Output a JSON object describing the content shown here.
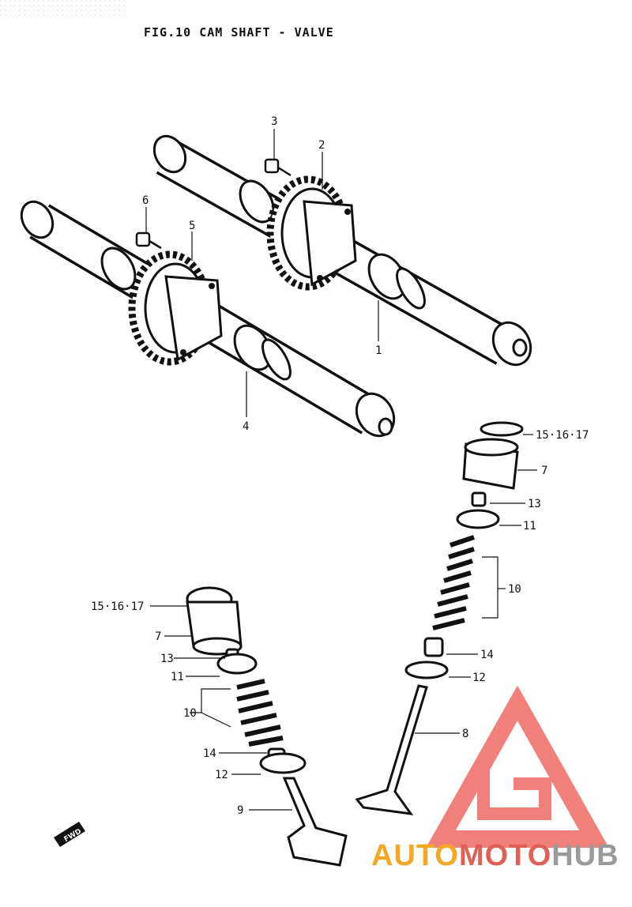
{
  "figure": {
    "title": "FIG.10  CAM SHAFT - VALVE"
  },
  "callouts": {
    "c1": "1",
    "c2": "2",
    "c3": "3",
    "c4": "4",
    "c5": "5",
    "c6": "6",
    "r_151617": "15·16·17",
    "r_7": "7",
    "r_13": "13",
    "r_11": "11",
    "r_10": "10",
    "r_14": "14",
    "r_12": "12",
    "r_8": "8",
    "l_151617": "15·16·17",
    "l_7": "7",
    "l_13": "13",
    "l_11": "11",
    "l_10": "10",
    "l_14": "14",
    "l_12": "12",
    "l_9": "9"
  },
  "fwd_tag": "FWD",
  "watermark": {
    "part1": "AUTO",
    "part2": "MOTO",
    "part3": "HUB",
    "color1": "#f5a623",
    "color2": "#e06055",
    "color3": "#9a9a9a",
    "logo_color": "#ef6b63"
  }
}
